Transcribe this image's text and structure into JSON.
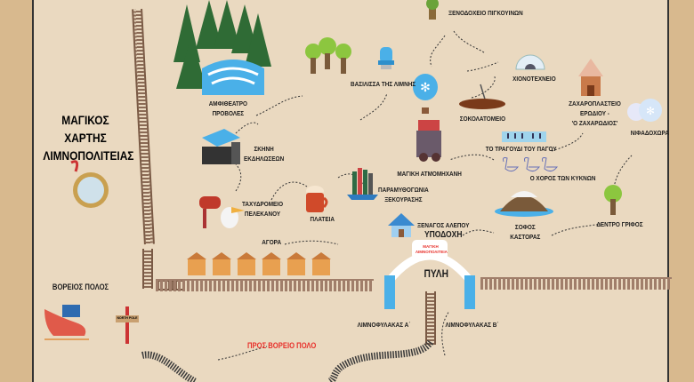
{
  "title": [
    "ΜΑΓΙΚΟΣ ΧΑΡΤΗΣ",
    "ΛΙΜΝΟΠΟΛΙΤΕΙΑΣ"
  ],
  "places": {
    "penguin_hotel": "ΞΕΝΟΔΟΧΕΙΟ ΠΙΓΚΟΥΙΝΩΝ",
    "amphitheatre": [
      "ΑΜΦΙΘΕΑΤΡΟ",
      "ΠΡΟΒΟΛΕΣ"
    ],
    "lake_queen": "ΒΑΣΙΛΙΣΣΑ ΤΗΣ ΛΙΜΝΗΣ",
    "snow_workshop": "ΧΙΟΝΟΤΕΧΝΕΙΟ",
    "chocolate_factory": "ΣΟΚΟΛΑΤΟΜΕΙΟ",
    "pastry_shop": [
      "ΖΑΧΑΡΟΠΛΑΣΤΕΙΟ",
      "ΕΡΩΔΙΟΥ -",
      "'Ο ΖΑΧΑΡΩΔΙΟΣ'"
    ],
    "snowflake_village": "ΝΙΦΑΔΟΧΩΡΑ",
    "ice_song": "ΤΟ ΤΡΑΓΟΥΔΙ ΤΟΥ ΠΑΓΟΥ",
    "swan_dance": "Ο ΧΟΡΟΣ ΤΩΝ ΚΥΚΝΩΝ",
    "steam_engine": "ΜΑΓΙΚΗ ΑΤΜΟΜΗΧΑΝΗ",
    "events_stage": [
      "ΣΚΗΝΗ",
      "ΕΚΔΗΛΩΣΕΩΝ"
    ],
    "pelican_post": [
      "ΤΑΧΥΔΡΟΜΕΙΟ",
      "ΠΕΛΕΚΑΝΟΥ"
    ],
    "square": "ΠΛΑΤΕΙΑ",
    "story_corner": [
      "ΠΑΡΑΜΥΘΟΓΩΝΙΑ",
      "ΞΕΚΟΥΡΑΣΗΣ"
    ],
    "fox_guide": [
      "ΞΕΝΑΓΟΣ ΑΛΕΠΟΥ",
      "ΥΠΟΔΟΧΗ"
    ],
    "market": "ΑΓΟΡΑ",
    "wise_beaver": [
      "ΣΟΦΟΣ",
      "ΚΑΣΤΟΡΑΣ"
    ],
    "riddle_tree": "ΔΕΝΤΡΟ ΓΡΙΦΟΣ",
    "north_pole": "ΒΟΡΕΙΟΣ ΠΟΛΟΣ",
    "gate": "ΠΥΛΗ",
    "guard_a": "ΛΙΜΝΟΦΥΛΑΚΑΣ Α΄",
    "guard_b": "ΛΙΜΝΟΦΥΛΑΚΑΣ Β΄",
    "to_north_pole": "ΠΡΟΣ ΒΟΡΕΙΟ ΠΟΛΟ"
  },
  "sign_text": "NORTH POLE",
  "gate_logo": "ΜΑΓΙΚΗ ΛΙΜΝΟΠΟΛΙΤΕΙΑ",
  "colors": {
    "parchment": "#ead9c0",
    "accent_red": "#e8302a",
    "ice_blue": "#4ab0e8"
  }
}
